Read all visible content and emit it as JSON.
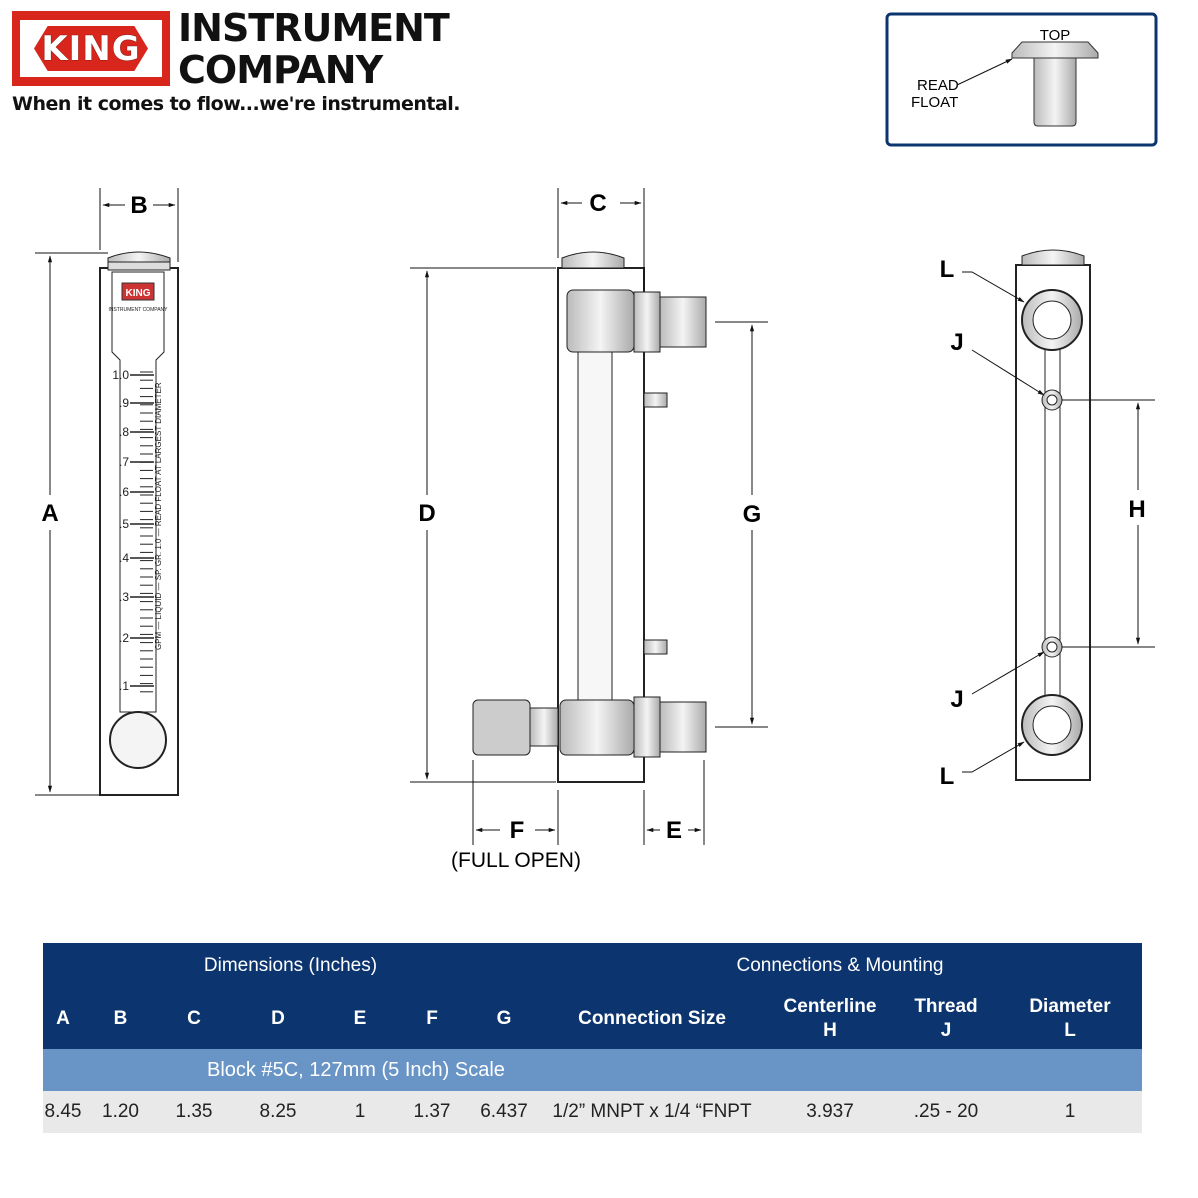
{
  "logo": {
    "mark": "KING",
    "line1": "INSTRUMENT",
    "line2": "COMPANY",
    "tagline": "When it comes to flow...we're instrumental."
  },
  "float_inset": {
    "top": "TOP",
    "read1": "READ",
    "read2": "FLOAT"
  },
  "front_view": {
    "scale_labels": [
      "1.0",
      ".9",
      ".8",
      ".7",
      ".6",
      ".5",
      ".4",
      ".3",
      ".2",
      ".1"
    ],
    "scale_text": "GPM — LIQUID — SP. GR. 1.0 — READ FLOAT AT LARGEST DIAMETER",
    "logo_mark": "KING",
    "logo_sub": "INSTRUMENT COMPANY"
  },
  "dim_labels": {
    "A": "A",
    "B": "B",
    "C": "C",
    "D": "D",
    "E": "E",
    "F": "F",
    "G": "G",
    "H": "H",
    "J": "J",
    "L": "L",
    "full_open": "(FULL  OPEN)"
  },
  "table": {
    "group_dims": "Dimensions (Inches)",
    "group_conn": "Connections & Mounting",
    "headers": [
      "A",
      "B",
      "C",
      "D",
      "E",
      "F",
      "G",
      "Connection Size",
      "Centerline H",
      "Thread J",
      "Diameter L"
    ],
    "header_lines": {
      "h1": "Centerline",
      "h2": "H",
      "j1": "Thread",
      "j2": "J",
      "l1": "Diameter",
      "l2": "L"
    },
    "block_label": "Block #5C, 127mm (5 Inch) Scale",
    "row": [
      "8.45",
      "1.20",
      "1.35",
      "8.25",
      "1",
      "1.37",
      "6.437",
      "1/2” MNPT x 1/4 “FNPT",
      "3.937",
      ".25 - 20",
      "1"
    ]
  },
  "colors": {
    "navy": "#0c3570",
    "light_blue": "#6894c6",
    "red": "#d9261c"
  }
}
